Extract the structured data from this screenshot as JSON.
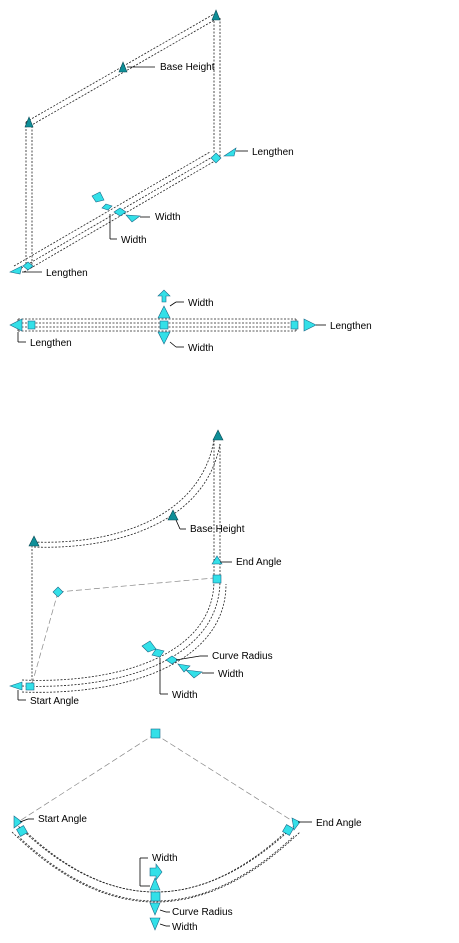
{
  "labels": {
    "base_height": "Base Height",
    "lengthen": "Lengthen",
    "width": "Width",
    "end_angle": "End Angle",
    "start_angle": "Start Angle",
    "curve_radius": "Curve Radius"
  },
  "colors": {
    "grip_fill": "#33e0e8",
    "grip_dark": "#0f8f98",
    "grip_stroke": "#1a6a8a",
    "line": "#222222"
  }
}
